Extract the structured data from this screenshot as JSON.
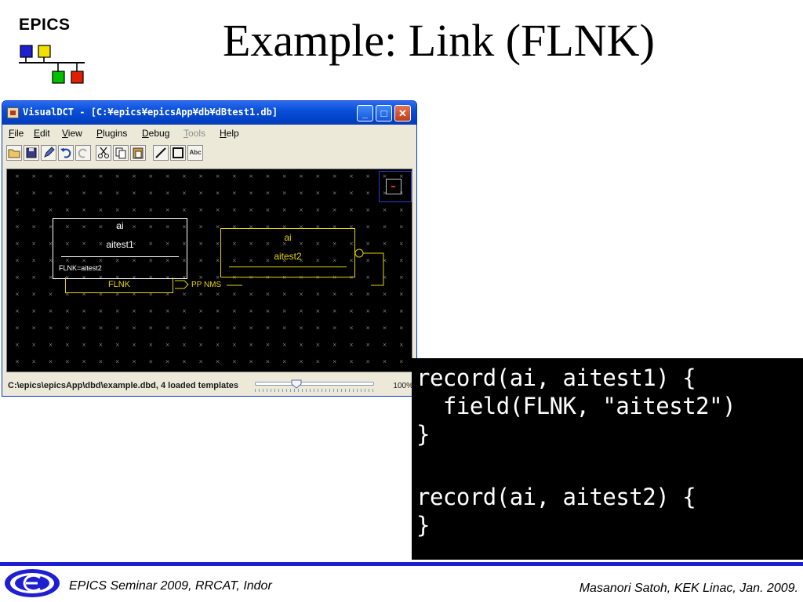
{
  "slide": {
    "logo_text": "EPICS",
    "title": "Example: Link (FLNK)",
    "footer_left": "EPICS Seminar 2009, RRCAT, Indor",
    "footer_right": "Masanori Satoh, KEK Linac, Jan. 2009."
  },
  "window": {
    "title": "VisualDCT - [C:¥epics¥epicsApp¥db¥dBtest1.db]",
    "controls": {
      "minimize": "_",
      "maximize": "□",
      "close": "✕"
    },
    "menu": {
      "file": "File",
      "edit": "Edit",
      "view": "View",
      "plugins": "Plugins",
      "debug": "Debug",
      "tools": "Tools",
      "help": "Help"
    },
    "toolbar_icons": [
      "open-folder-icon",
      "save-icon",
      "edit-pencil-icon",
      "undo-icon",
      "redo-icon",
      "cut-icon",
      "copy-icon",
      "paste-icon",
      "line-tool-icon",
      "box-tool-icon",
      "text-tool-icon"
    ],
    "text_tool_label": "Abc"
  },
  "canvas": {
    "record1": {
      "type": "ai",
      "name": "aitest1",
      "field": "FLNK=aitest2",
      "port": "FLNK"
    },
    "record2": {
      "type": "ai",
      "name": "aitest2"
    },
    "link_label": "PP NMS",
    "colors": {
      "background": "#000000",
      "record_selected": "#ffffff",
      "record": "#e6d300",
      "navigator": "#2a3cd8"
    }
  },
  "statusbar": {
    "text": "C:\\epics\\epicsApp\\dbd\\example.dbd, 4 loaded templates",
    "zoom_value": "100%",
    "zoom_level": 0.35
  },
  "terminal": {
    "lines": [
      "record(ai, aitest1) {",
      "  field(FLNK, \"aitest2\")",
      "}",
      "",
      "record(ai, aitest2) {",
      "}"
    ]
  },
  "colors": {
    "footer_rule": "#1f1fd2",
    "logo_blue": "#1f1fd2",
    "logo_yellow": "#f0e000",
    "logo_green": "#00c000",
    "logo_red": "#e02000"
  }
}
